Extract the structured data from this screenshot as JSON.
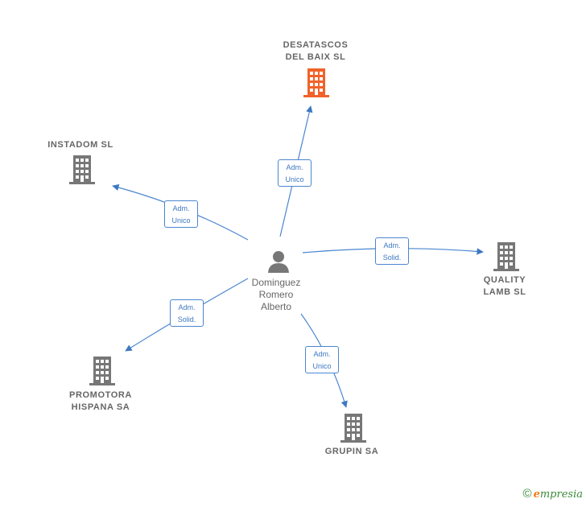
{
  "center": {
    "name_lines": [
      "Dominguez",
      "Romero",
      "Alberto"
    ],
    "icon": "person-icon"
  },
  "companies": [
    {
      "id": "desatascos",
      "name_lines": [
        "DESATASCOS",
        "DEL BAIX  SL"
      ],
      "icon": "building-icon",
      "color": "#f0622a"
    },
    {
      "id": "instadom",
      "name_lines": [
        "INSTADOM  SL"
      ],
      "icon": "building-icon",
      "color": "#777777"
    },
    {
      "id": "quality",
      "name_lines": [
        "QUALITY",
        "LAMB  SL"
      ],
      "icon": "building-icon",
      "color": "#777777"
    },
    {
      "id": "promotora",
      "name_lines": [
        "PROMOTORA",
        "HISPANA SA"
      ],
      "icon": "building-icon",
      "color": "#777777"
    },
    {
      "id": "grupin",
      "name_lines": [
        "GRUPIN SA"
      ],
      "icon": "building-icon",
      "color": "#777777"
    }
  ],
  "relations": [
    {
      "to": "desatascos",
      "label_lines": [
        "Adm.",
        "Unico"
      ]
    },
    {
      "to": "instadom",
      "label_lines": [
        "Adm.",
        "Unico"
      ]
    },
    {
      "to": "quality",
      "label_lines": [
        "Adm.",
        "Solid."
      ]
    },
    {
      "to": "promotora",
      "label_lines": [
        "Adm.",
        "Solid."
      ]
    },
    {
      "to": "grupin",
      "label_lines": [
        "Adm.",
        "Unico"
      ]
    }
  ],
  "brand": {
    "copyright": "©",
    "e": "e",
    "rest": "mpresia"
  },
  "colors": {
    "edge": "#4a86d0",
    "highlight": "#f0622a",
    "building": "#777777",
    "person": "#777777"
  }
}
